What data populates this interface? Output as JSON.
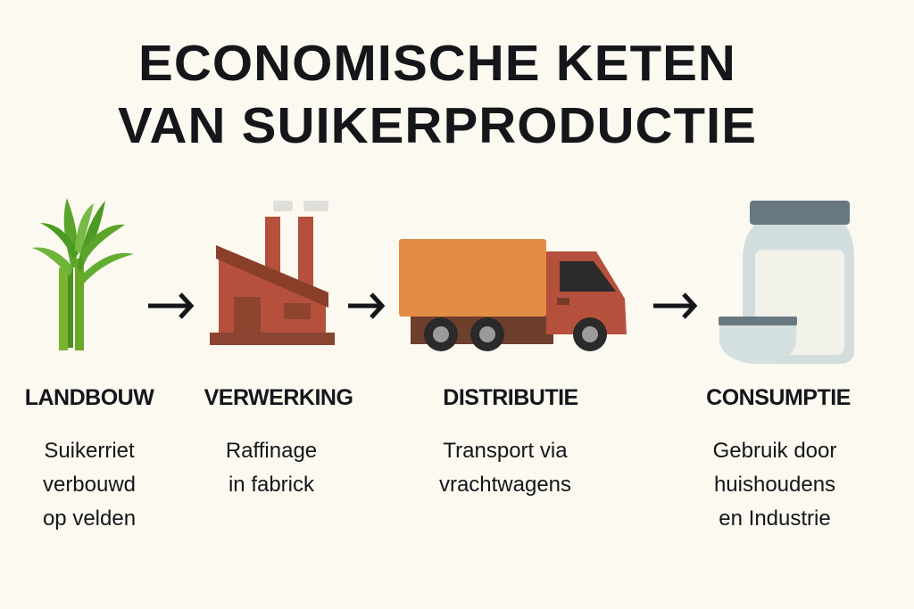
{
  "title": {
    "line1": "ECONOMISCHE KETEN",
    "line2": "VAN SUIKERPRODUCTIE"
  },
  "stages": [
    {
      "heading": "LANDBOUW",
      "icon": "sugarcane-icon",
      "lines": [
        "Suikerriet",
        "verbouwd",
        "op velden"
      ]
    },
    {
      "heading": "VERWERKING",
      "icon": "factory-icon",
      "lines": [
        "Raffinage",
        "in fabrick"
      ]
    },
    {
      "heading": "DISTRIBUTIE",
      "icon": "truck-icon",
      "lines": [
        "Transport via",
        "vrachtwagens"
      ]
    },
    {
      "heading": "CONSUMPTIE",
      "icon": "sugar-jar-icon",
      "lines": [
        "Gebruik door",
        "huishoudens",
        "en Industrie"
      ]
    }
  ],
  "colors": {
    "background": "#fcf9f1",
    "green": "#5aa52a",
    "brick": "#b5503c",
    "orange": "#e48c45",
    "jar": "#cfdcdc"
  }
}
